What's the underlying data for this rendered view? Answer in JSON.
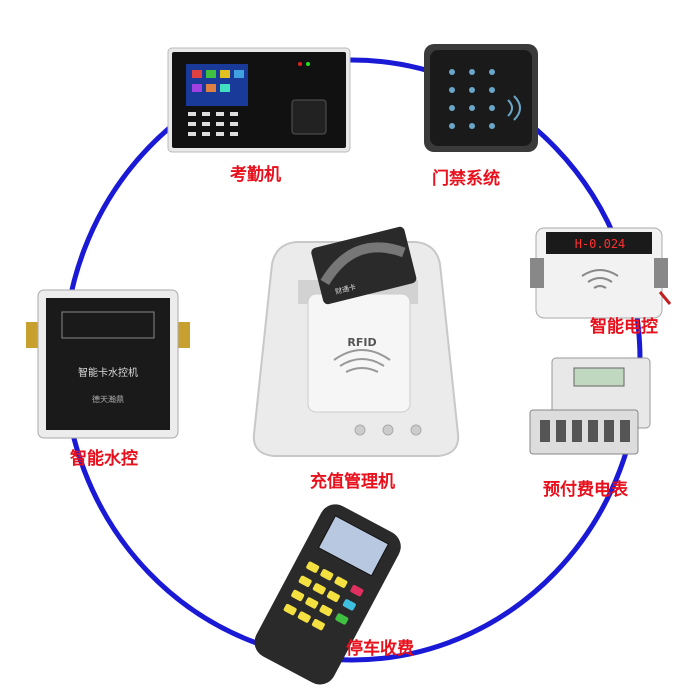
{
  "diagram": {
    "center": {
      "label": "充值管理机",
      "panel_text": "RFID",
      "card_text": "财通卡"
    },
    "devices": [
      {
        "id": "attendance",
        "label": "考勤机",
        "icon": "attendance-terminal-icon"
      },
      {
        "id": "access",
        "label": "门禁系统",
        "icon": "keypad-reader-icon"
      },
      {
        "id": "power",
        "label": "智能电控",
        "icon": "power-controller-icon",
        "display": "H-0.024"
      },
      {
        "id": "meter",
        "label": "预付费电表",
        "icon": "prepaid-meter-icon"
      },
      {
        "id": "parking",
        "label": "停车收费",
        "icon": "handheld-terminal-icon"
      },
      {
        "id": "water",
        "label": "智能水控",
        "icon": "water-controller-icon",
        "panel_title": "智能卡水控机",
        "panel_brand": "德天瀚鼎"
      }
    ]
  },
  "colors": {
    "ring": "#1a1ad6",
    "label": "#e8101c"
  }
}
